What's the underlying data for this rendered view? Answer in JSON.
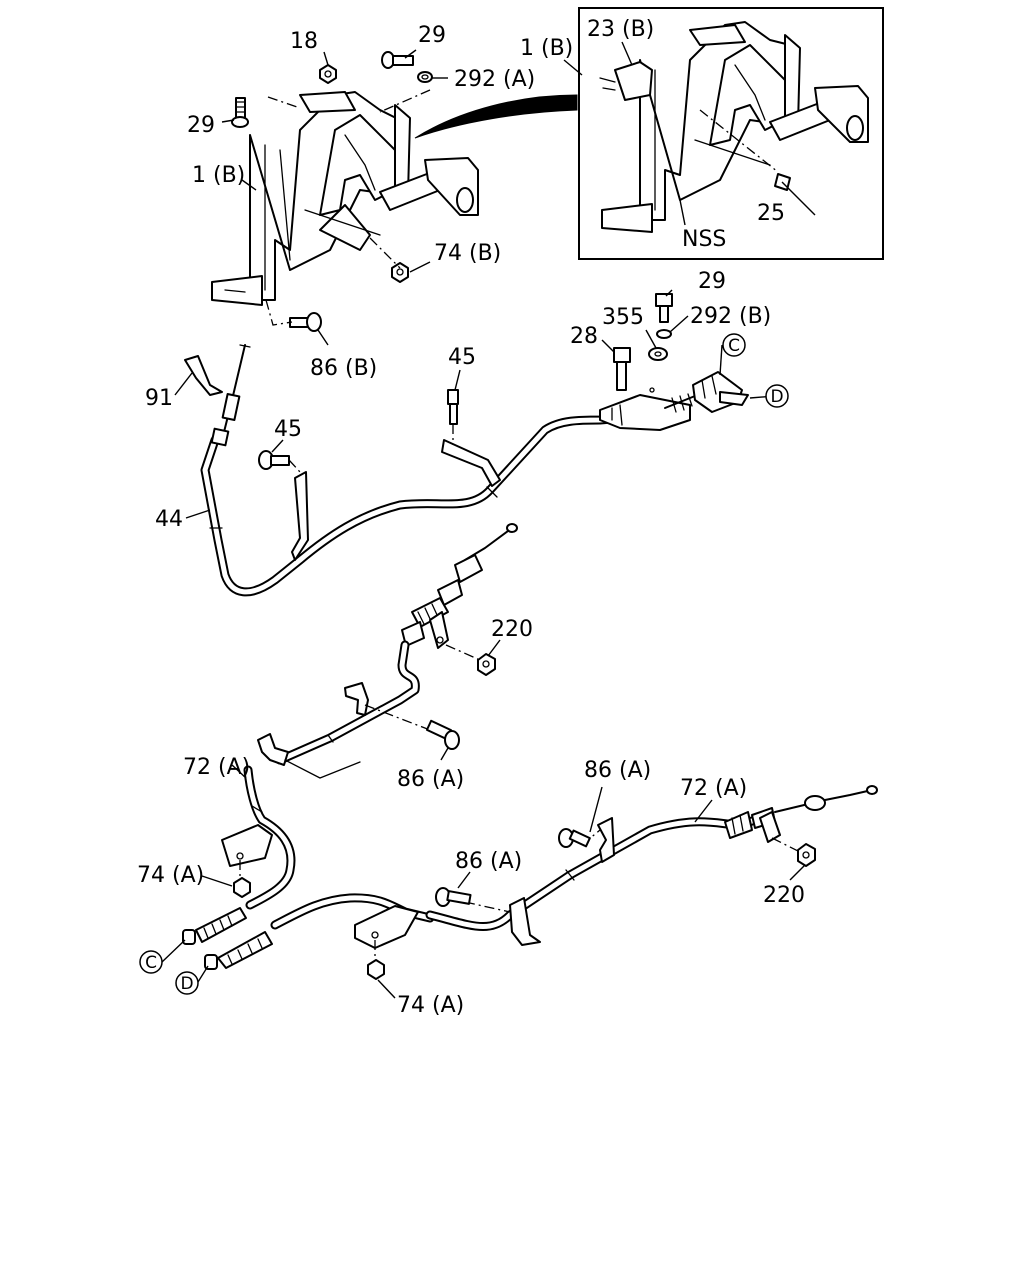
{
  "labels": {
    "p18": "18",
    "p29_top": "29",
    "p292a": "292 (A)",
    "p29_left": "29",
    "p1b_left": "1 (B)",
    "p74b": "74 (B)",
    "p86b": "86 (B)",
    "p1b_inset": "1 (B)",
    "p23b": "23 (B)",
    "p25": "25",
    "nss": "NSS",
    "p91": "91",
    "p45_upper": "45",
    "p45_lower": "45",
    "p44": "44",
    "p29_right": "29",
    "p355": "355",
    "p292b": "292 (B)",
    "p28": "28",
    "p220_upper": "220",
    "p86a_mid": "86 (A)",
    "p72a_left": "72 (A)",
    "p86a_right": "86 (A)",
    "p72a_right": "72 (A)",
    "p86a_low": "86 (A)",
    "p74a_left": "74 (A)",
    "p220_lower": "220",
    "p74a_bottom": "74 (A)"
  },
  "callouts": {
    "c_top": "C",
    "d_top": "D",
    "c_bottom": "C",
    "d_bottom": "D"
  },
  "colors": {
    "line": "#000000",
    "background": "#ffffff"
  }
}
